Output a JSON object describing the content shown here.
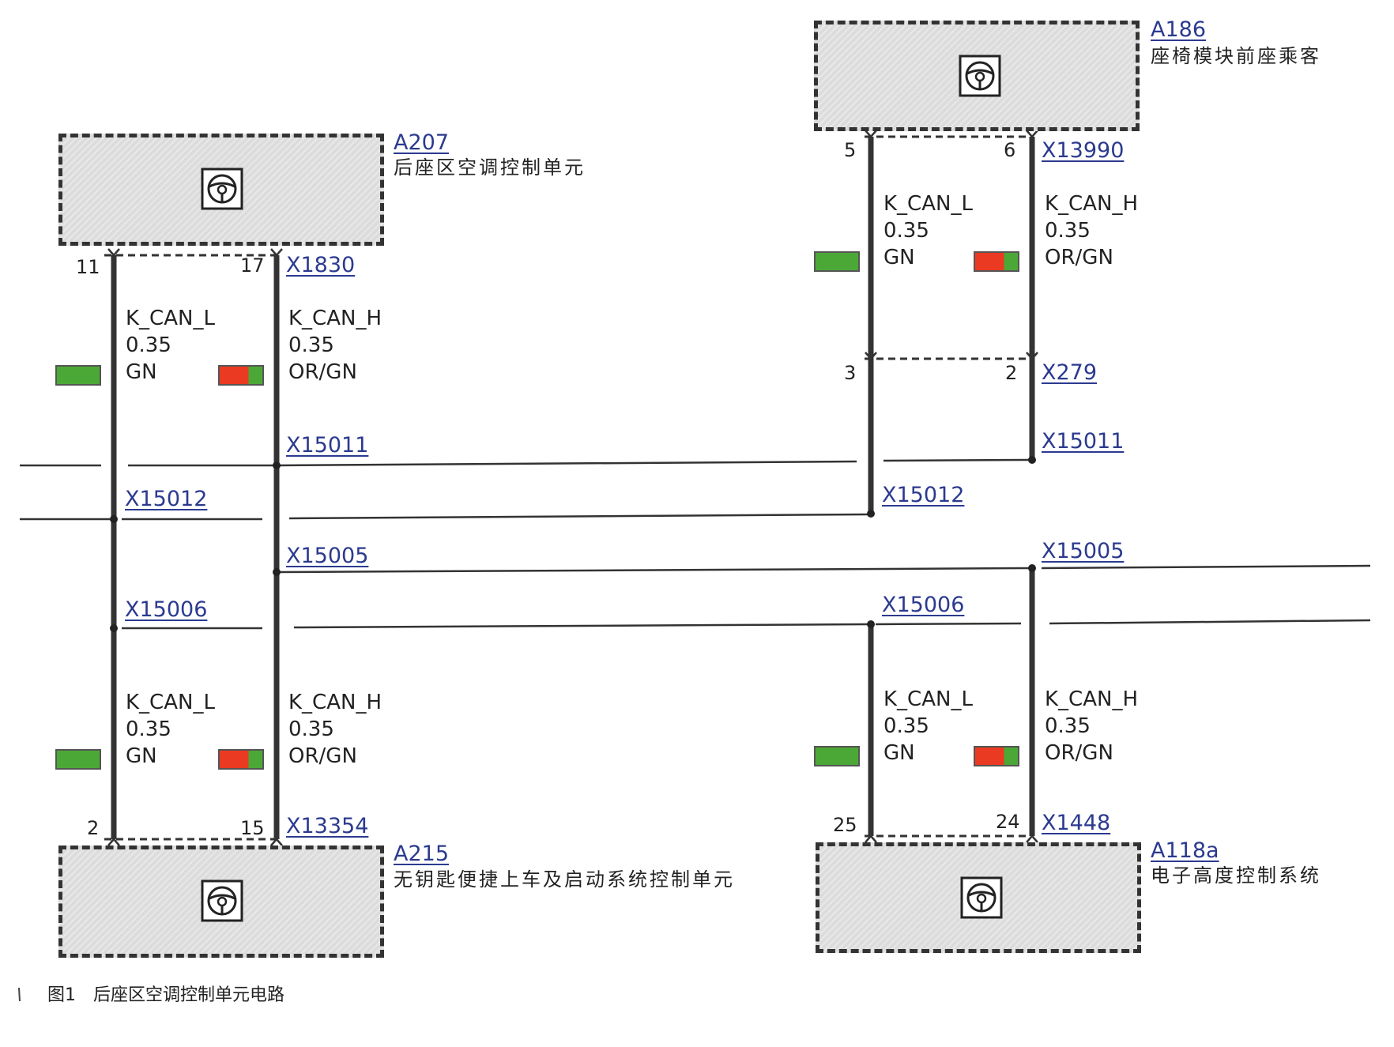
{
  "figure_caption": {
    "number": "图1",
    "text": "后座区空调控制单元电路"
  },
  "modules": {
    "a207": {
      "id": "A207",
      "name": "后座区空调控制单元"
    },
    "a186": {
      "id": "A186",
      "name": "座椅模块前座乘客"
    },
    "a215": {
      "id": "A215",
      "name": "无钥匙便捷上车及启动系统控制单元"
    },
    "a118a": {
      "id": "A118a",
      "name": "电子高度控制系统"
    }
  },
  "connectors": {
    "x1830": "X1830",
    "x13990": "X13990",
    "x279": "X279",
    "x13354": "X13354",
    "x1448": "X1448",
    "left_x15011": "X15011",
    "left_x15012": "X15012",
    "left_x15005": "X15005",
    "left_x15006": "X15006",
    "right_x15011": "X15011",
    "right_x15012": "X15012",
    "right_x15005": "X15005",
    "right_x15006": "X15006"
  },
  "pins": {
    "a207_l": "11",
    "a207_h": "17",
    "a186_l": "5",
    "a186_h": "6",
    "x279_l": "3",
    "x279_h": "2",
    "a215_l": "2",
    "a215_h": "15",
    "a118a_l": "25",
    "a118a_h": "24"
  },
  "wires": {
    "tl_l": {
      "signal": "K_CAN_L",
      "size": "0.35",
      "color": "GN"
    },
    "tl_h": {
      "signal": "K_CAN_H",
      "size": "0.35",
      "color": "OR/GN"
    },
    "bl_l": {
      "signal": "K_CAN_L",
      "size": "0.35",
      "color": "GN"
    },
    "bl_h": {
      "signal": "K_CAN_H",
      "size": "0.35",
      "color": "OR/GN"
    },
    "tr_l": {
      "signal": "K_CAN_L",
      "size": "0.35",
      "color": "GN"
    },
    "tr_h": {
      "signal": "K_CAN_H",
      "size": "0.35",
      "color": "OR/GN"
    },
    "br_l": {
      "signal": "K_CAN_L",
      "size": "0.35",
      "color": "GN"
    },
    "br_h": {
      "signal": "K_CAN_H",
      "size": "0.35",
      "color": "OR/GN"
    }
  },
  "colors": {
    "GN": "#4ca836",
    "OR": "#ea3a21",
    "link": "#2b3a8f",
    "wire": "#333333",
    "module_fill": "#dcdcdc"
  }
}
